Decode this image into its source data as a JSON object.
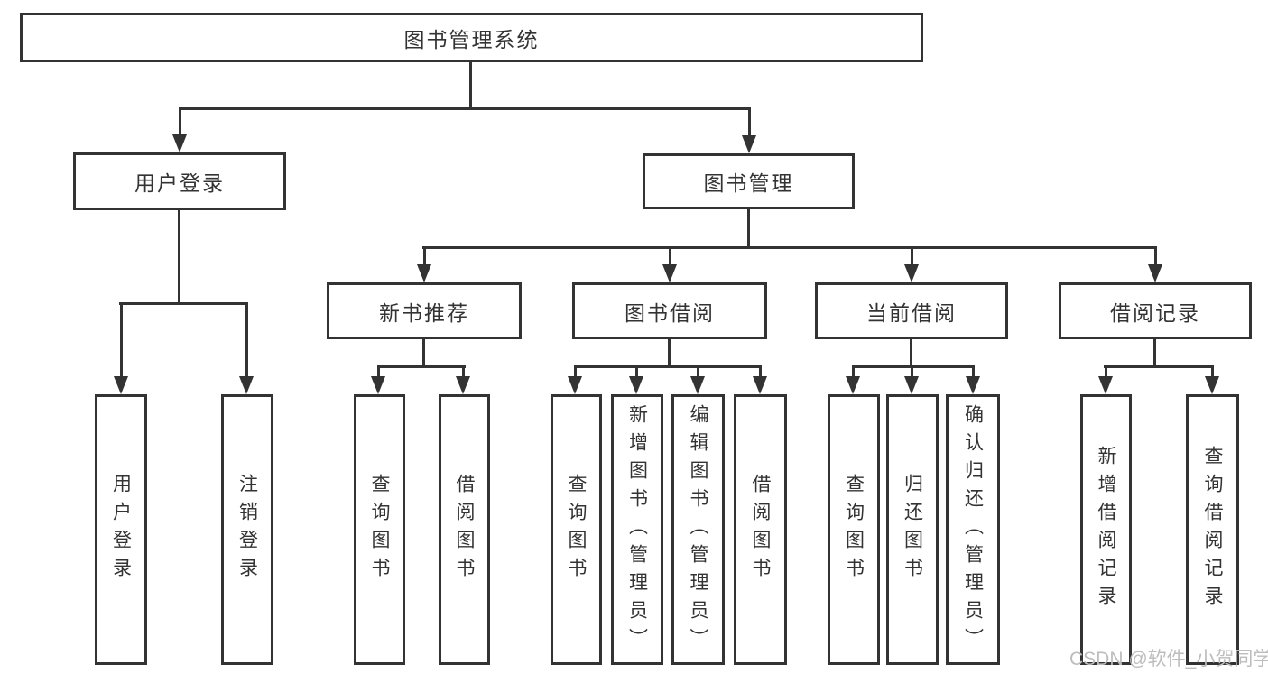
{
  "diagram": {
    "title": "图书管理系统",
    "level2": {
      "user_login": "用户登录",
      "book_management": "图书管理"
    },
    "level3": {
      "new_book_recommend": "新书推荐",
      "book_borrow": "图书借阅",
      "current_borrow": "当前借阅",
      "borrow_records": "借阅记录"
    },
    "leaves": {
      "user": [
        "用户登录",
        "注销登录"
      ],
      "recommend": [
        "查询图书",
        "借阅图书"
      ],
      "borrow": [
        "查询图书",
        "新增图书（管理员）",
        "编辑图书（管理员）",
        "借阅图书"
      ],
      "current": [
        "查询图书",
        "归还图书",
        "确认归还（管理员）"
      ],
      "records": [
        "新增借阅记录",
        "查询借阅记录"
      ]
    },
    "watermark": "CSDN @软件_小贺同学",
    "colors": {
      "line": "#333333",
      "text": "#333333",
      "watermark": "#bdbdbd",
      "background": "#ffffff"
    }
  }
}
